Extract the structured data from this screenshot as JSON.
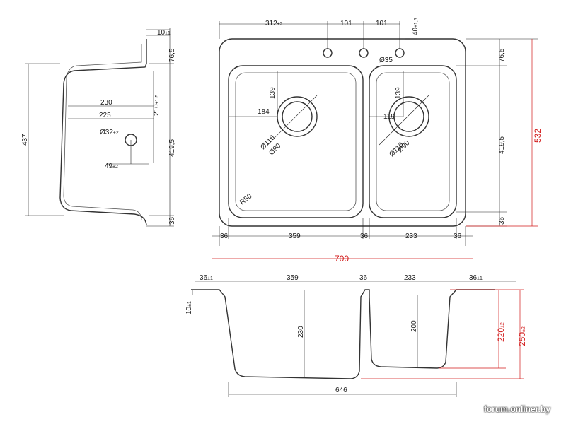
{
  "dims": {
    "top_312": "312",
    "top_101a": "101",
    "top_101b": "101",
    "faucet_40": "40",
    "faucet_35": "Ø35",
    "right_765": "76,5",
    "right_4195": "419,5",
    "right_36": "36",
    "overall_532": "532",
    "big_139": "139",
    "big_184": "184",
    "big_116": "Ø116",
    "big_90": "Ø90",
    "small_139": "139",
    "small_119": "119",
    "small_116": "Ø116",
    "small_90": "Ø90",
    "radius_r50": "R50",
    "bottom_36a": "36",
    "bottom_359": "359",
    "bottom_36b": "36",
    "bottom_233": "233",
    "bottom_36c": "36",
    "overall_700": "700",
    "side_10": "10",
    "side_765": "76,5",
    "side_437": "437",
    "side_230": "230",
    "side_225": "225",
    "side_210": "210",
    "side_32": "Ø32",
    "side_4195": "419,5",
    "side_49": "49",
    "side_36": "36",
    "front_36a": "36",
    "front_359": "359",
    "front_36b": "36",
    "front_233": "233",
    "front_36c": "36",
    "front_10": "10",
    "front_230": "230",
    "front_200": "200",
    "front_220": "220",
    "front_250": "250",
    "front_646": "646"
  },
  "tol": {
    "t2": "±2",
    "t1": "±1",
    "t15": "±1,5"
  },
  "watermark": "forum.onliner.by",
  "colors": {
    "line": "#333333",
    "accent_red": "#d21a1a"
  }
}
